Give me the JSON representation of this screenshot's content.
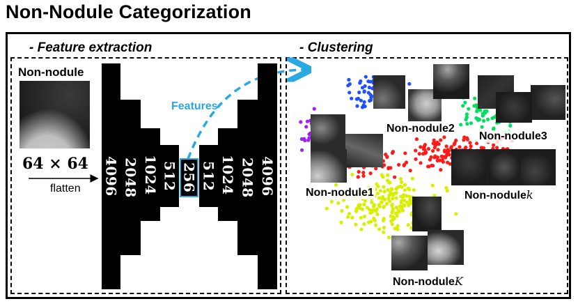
{
  "title": "Non-Nodule Categorization",
  "feature_extraction": {
    "title": "- Feature extraction",
    "input_label": "Non-nodule",
    "size_label": "64 × 64",
    "flatten_label": "flatten",
    "features_label": "Features",
    "layers": [
      "4096",
      "2048",
      "1024",
      "512",
      "256",
      "512",
      "1024",
      "2048",
      "4096"
    ]
  },
  "clustering": {
    "title": "- Clustering",
    "clusters": [
      {
        "name": "Non-nodule1",
        "color": "#a020f0"
      },
      {
        "name": "Non-nodule2",
        "color": "#1e50ff"
      },
      {
        "name": "Non-nodule3",
        "color": "#00e060"
      },
      {
        "name": "Non-nodule",
        "suffix": "k",
        "color": "#ff1a1a"
      },
      {
        "name": "Non-nodule",
        "suffix": "K",
        "color": "#d8f000"
      }
    ]
  },
  "colors": {
    "accent": "#2aa8e0",
    "black": "#000000"
  }
}
